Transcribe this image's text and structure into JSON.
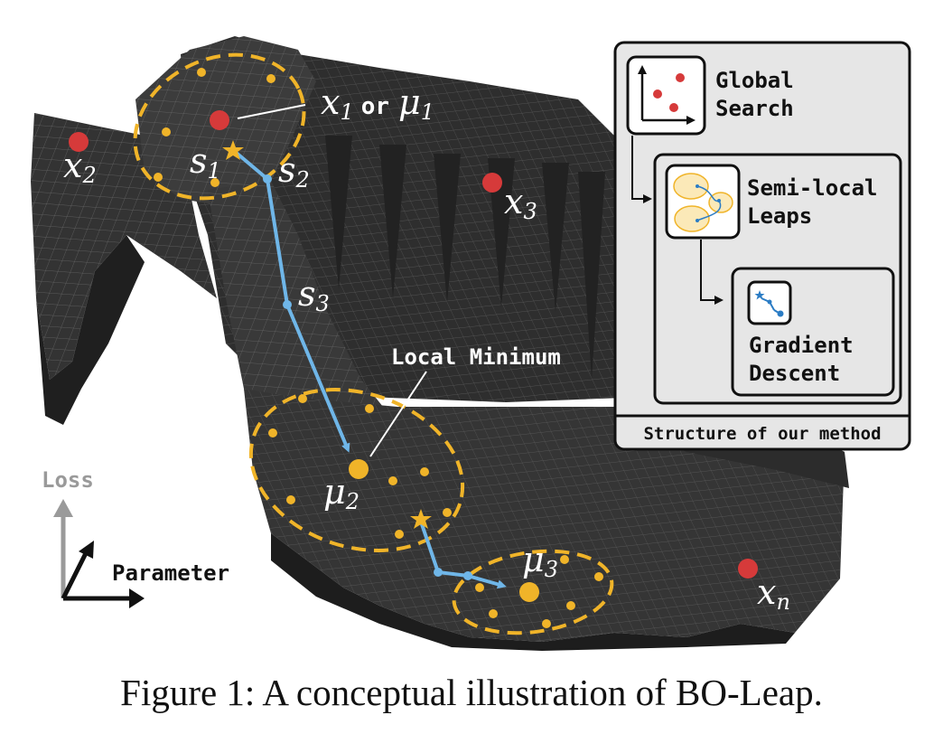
{
  "labels": {
    "x1_or_mu1": {
      "x_main": "x",
      "x_sub": "1",
      "conj": "or",
      "mu_main": "μ",
      "mu_sub": "1"
    },
    "x2": {
      "main": "x",
      "sub": "2"
    },
    "x3": {
      "main": "x",
      "sub": "3"
    },
    "xn": {
      "main": "x",
      "sub": "n"
    },
    "s1": {
      "main": "s",
      "sub": "1"
    },
    "s2": {
      "main": "s",
      "sub": "2"
    },
    "s3": {
      "main": "s",
      "sub": "3"
    },
    "mu2": {
      "main": "μ",
      "sub": "2"
    },
    "mu3": {
      "main": "μ",
      "sub": "3"
    },
    "local_minimum": "Local Minimum",
    "loss_axis": "Loss",
    "parameter_axis": "Parameter"
  },
  "panel": {
    "global_search": [
      "Global",
      "Search"
    ],
    "semi_local_leaps": [
      "Semi-local",
      "Leaps"
    ],
    "gradient_descent": [
      "Gradient",
      "Descent"
    ],
    "footer": "Structure of our method"
  },
  "caption": "Figure 1: A conceptual illustration of BO-Leap.",
  "colors": {
    "surface": "#3a3a3a",
    "surface_dark": "#262626",
    "sample_red": "#d63a3a",
    "cluster_gold": "#f0b429",
    "path_blue": "#6fb6e8",
    "panel_bg": "#e6e6e6",
    "loss_gray": "#9a9a9a"
  }
}
